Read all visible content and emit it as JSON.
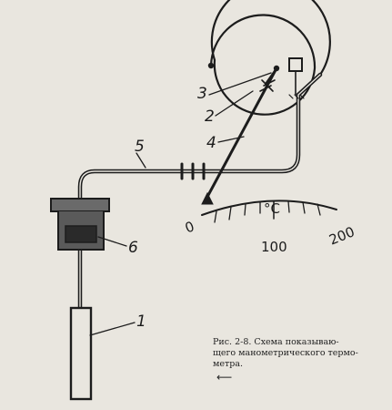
{
  "figure": {
    "labels": {
      "sensor": "1",
      "spring": "2",
      "sector": "3",
      "pointer": "4",
      "capillary": "5",
      "fitting": "6"
    },
    "scale": {
      "unit": "°C",
      "tick_0": "0",
      "tick_100": "100",
      "tick_200": "200"
    },
    "caption": {
      "line1": "Рис. 2-8. Схема показываю-",
      "line2": "щего манометрического термо-",
      "line3": "метра."
    },
    "arrow": "⟵"
  }
}
